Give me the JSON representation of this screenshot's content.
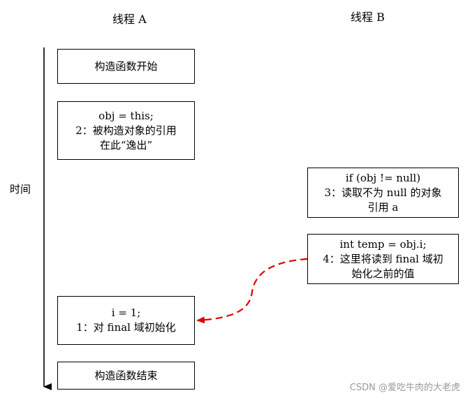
{
  "lanes": {
    "a_title": "线程 A",
    "b_title": "线程 B"
  },
  "time_axis": {
    "label": "时间"
  },
  "boxes": {
    "ctor_start": {
      "line1": "构造函数开始"
    },
    "escape": {
      "line1": "obj = this;",
      "line2": "2：被构造对象的引用",
      "line3": "在此“逸出”"
    },
    "read_ref": {
      "line1": "if (obj != null)",
      "line2": "3：读取不为 null 的对象",
      "line3": "引用 a"
    },
    "read_field": {
      "line1": "int temp = obj.i;",
      "line2": "4：这里将读到 final 域初",
      "line3": "始化之前的值"
    },
    "init_final": {
      "line1": "i = 1;",
      "line2": "1：对 final 域初始化"
    },
    "ctor_end": {
      "line1": "构造函数结束"
    }
  },
  "colors": {
    "box_border": "#000000",
    "dashed_arrow": "#e00000",
    "watermark": "#9a9a9a"
  },
  "watermark": "CSDN @爱吃牛肉的大老虎"
}
